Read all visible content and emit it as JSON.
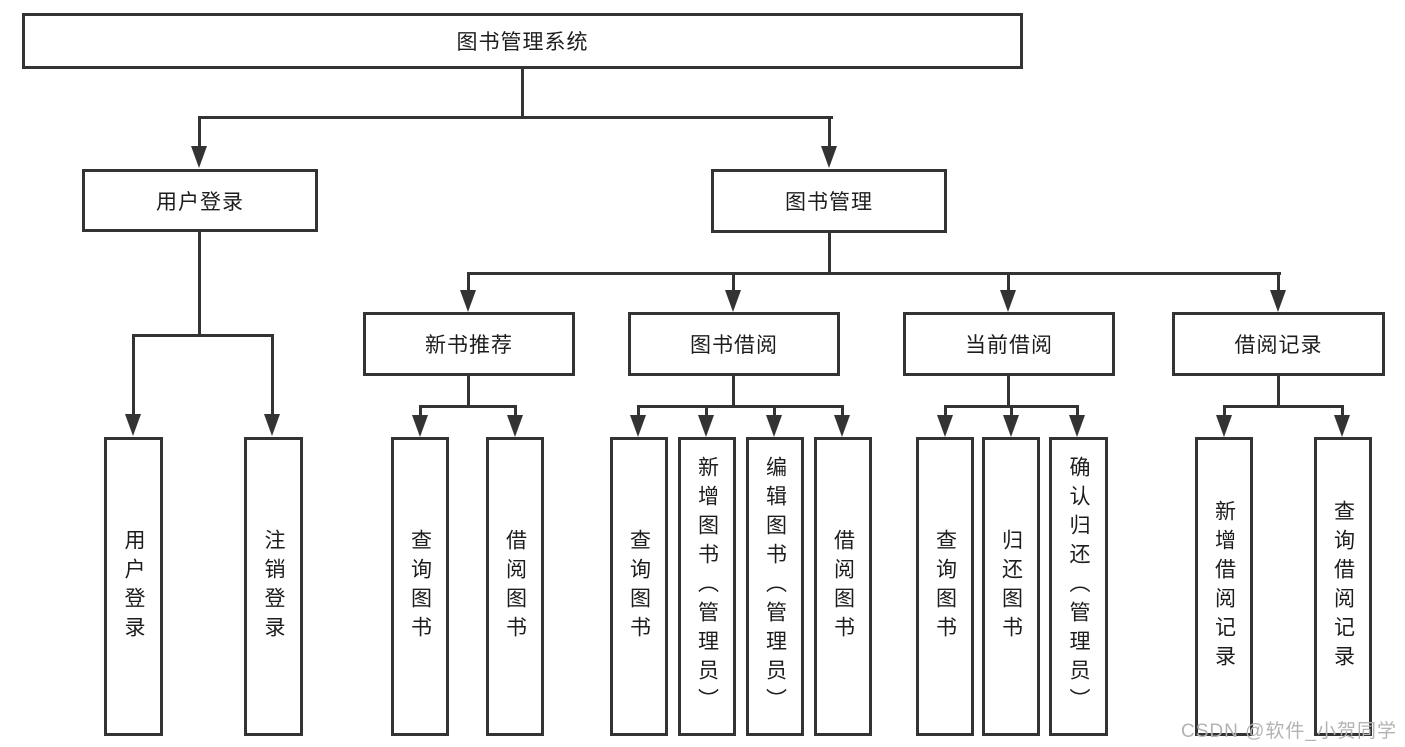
{
  "colors": {
    "line": "#333333",
    "text": "#1d1d1f",
    "background": "#ffffff",
    "watermark": "#b3b3b3"
  },
  "tree": {
    "root": "图书管理系统",
    "branches": [
      {
        "label": "用户登录",
        "children": [
          "用户登录",
          "注销登录"
        ]
      },
      {
        "label": "图书管理",
        "groups": [
          {
            "label": "新书推荐",
            "children": [
              "查询图书",
              "借阅图书"
            ]
          },
          {
            "label": "图书借阅",
            "children": [
              "查询图书",
              "新增图书（管理员）",
              "编辑图书（管理员）",
              "借阅图书"
            ]
          },
          {
            "label": "当前借阅",
            "children": [
              "查询图书",
              "归还图书",
              "确认归还（管理员）"
            ]
          },
          {
            "label": "借阅记录",
            "children": [
              "新增借阅记录",
              "查询借阅记录"
            ]
          }
        ]
      }
    ]
  },
  "watermark": "CSDN @软件_小贺同学"
}
